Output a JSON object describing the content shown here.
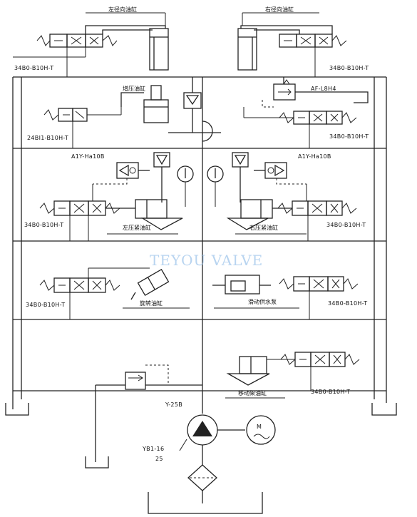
{
  "labels": {
    "left_radial_cylinder": "左径向油缸",
    "right_radial_cylinder": "右径向油缸",
    "valve_top_left": "34B0-B10H-T",
    "valve_top_right": "34B0-B10H-T",
    "booster_cylinder": "增压油缸",
    "relief_valve": "AF-L8H4",
    "valve_booster": "24BI1-B10H-T",
    "valve_right_2": "34B0-B10H-T",
    "check_left": "A1Y-Ha10B",
    "check_right": "A1Y-Ha10B",
    "valve_left_3": "34B0-B10H-T",
    "valve_right_3": "34B0-B10H-T",
    "left_clamp_cylinder": "左压紧油缸",
    "right_clamp_cylinder": "右压紧油缸",
    "watermark": "TEYOU VALVE",
    "valve_left_4": "34B0-B10H-T",
    "valve_right_4": "34B0-B10H-T",
    "rotating_cylinder": "旋转油缸",
    "sliding_pump": "滑动供水泵",
    "valve_right_5": "34B0-B10H-T",
    "moving_frame_cylinder": "移动架油缸",
    "pressure_valve": "Y-25B",
    "pump_model": "YB1-16",
    "pump_displacement": "25",
    "motor_symbol": "M"
  }
}
